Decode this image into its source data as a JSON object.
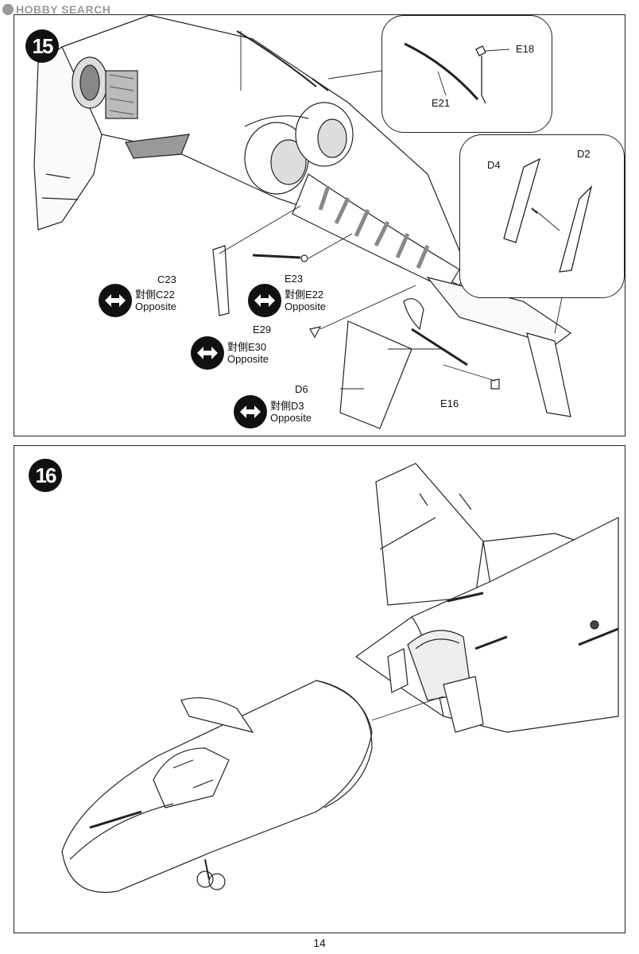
{
  "watermark": {
    "text": "HOBBY SEARCH",
    "icon": "hobby-search-logo-icon"
  },
  "page_number": "14",
  "step15": {
    "number": "15",
    "callout_top": {
      "parts": [
        "E18",
        "E21"
      ]
    },
    "callout_right": {
      "parts": [
        "D4",
        "D2"
      ]
    },
    "labels": {
      "c23": "C23",
      "e23": "E23",
      "e29": "E29",
      "d6": "D6",
      "e16": "E16"
    },
    "opposites": [
      {
        "jp": "對側",
        "part": "C22",
        "text": "Opposite"
      },
      {
        "jp": "對側",
        "part": "E22",
        "text": "Opposite"
      },
      {
        "jp": "對側",
        "part": "E30",
        "text": "Opposite"
      },
      {
        "jp": "對側",
        "part": "D3",
        "text": "Opposite"
      }
    ]
  },
  "step16": {
    "number": "16"
  },
  "icons": {
    "opposite": "double-arrow-icon"
  }
}
